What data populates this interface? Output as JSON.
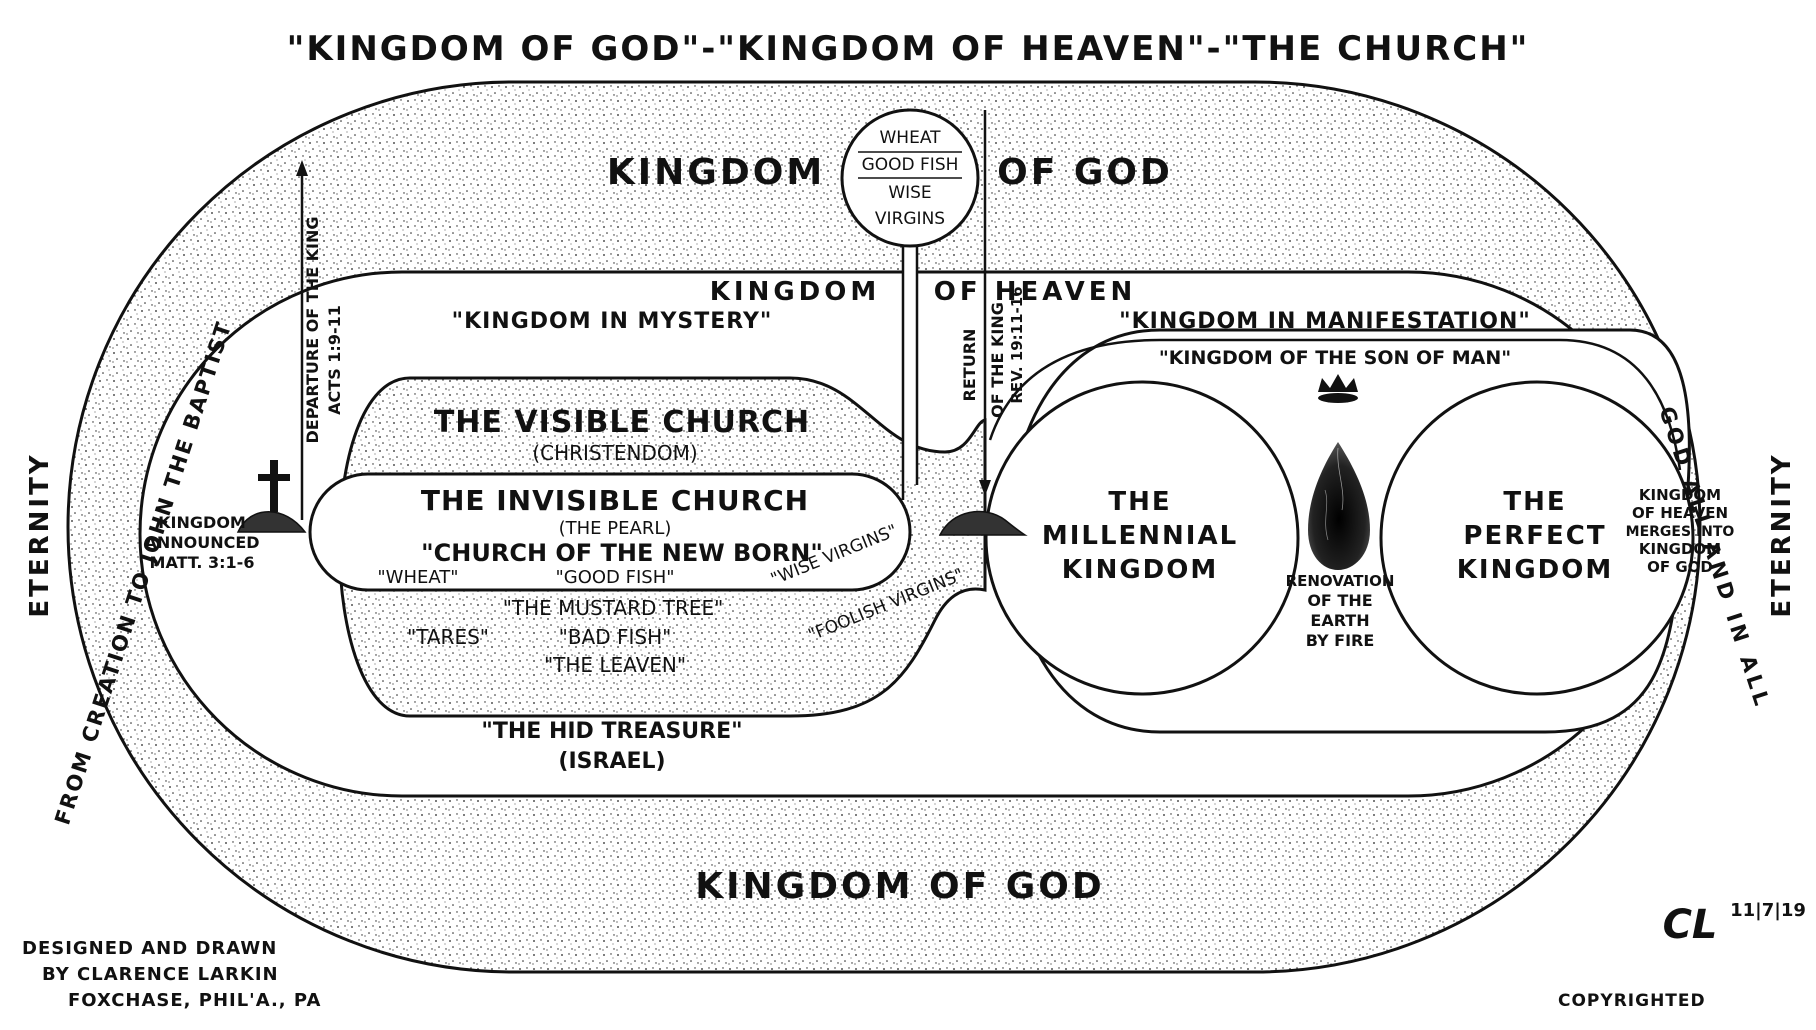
{
  "title": "\"KINGDOM OF GOD\"-\"KINGDOM OF HEAVEN\"-\"THE CHURCH\"",
  "outer": {
    "kingdom_of_god_top_left": "KINGDOM",
    "kingdom_of_god_top_right": "OF GOD",
    "kingdom_of_god_bottom": "KINGDOM OF GOD",
    "eternity_left": "ETERNITY",
    "eternity_right": "ETERNITY",
    "from_creation": "FROM CREATION TO JOHN THE BAPTIST",
    "god_all_in_all": "GOD ALL AND IN ALL"
  },
  "heaven": {
    "label_left": "KINGDOM",
    "label_right": "OF HEAVEN",
    "mystery": "\"KINGDOM IN MYSTERY\"",
    "manifestation": "\"KINGDOM IN MANIFESTATION\"",
    "son_of_man": "\"KINGDOM OF THE SON OF MAN\"",
    "hid_treasure": "\"THE HID TREASURE\"",
    "israel": "(ISRAEL)"
  },
  "bubble": {
    "wheat": "WHEAT",
    "good_fish": "GOOD FISH",
    "wise": "WISE",
    "virgins": "VIRGINS"
  },
  "departure": {
    "line1": "DEPARTURE OF THE KING",
    "line2": "ACTS 1:9-11"
  },
  "return": {
    "line1": "RETURN",
    "line2": "OF THE KING",
    "line3": "REV. 19:11-16"
  },
  "announced": {
    "line1": "KINGDOM",
    "line2": "ANNOUNCED",
    "line3": "MATT. 3:1-6"
  },
  "visible_church": {
    "title": "THE VISIBLE CHURCH",
    "sub": "(CHRISTENDOM)",
    "mustard": "\"THE MUSTARD TREE\"",
    "tares": "\"TARES\"",
    "bad_fish": "\"BAD FISH\"",
    "leaven": "\"THE LEAVEN\"",
    "foolish": "\"FOOLISH VIRGINS\""
  },
  "invisible_church": {
    "title": "THE INVISIBLE CHURCH",
    "pearl": "(THE PEARL)",
    "new_born": "\"CHURCH OF THE NEW BORN\"",
    "wheat": "\"WHEAT\"",
    "good_fish": "\"GOOD FISH\"",
    "wise_virgins": "\"WISE VIRGINS\""
  },
  "millennial": {
    "line1": "THE",
    "line2": "MILLENNIAL",
    "line3": "KINGDOM"
  },
  "perfect": {
    "line1": "THE",
    "line2": "PERFECT",
    "line3": "KINGDOM"
  },
  "renovation": {
    "line1": "RENOVATION",
    "line2": "OF THE",
    "line3": "EARTH",
    "line4": "BY FIRE"
  },
  "merges": {
    "line1": "KINGDOM",
    "line2": "OF HEAVEN",
    "line3": "MERGES INTO",
    "line4": "KINGDOM",
    "line5": "OF GOD"
  },
  "credits": {
    "line1": "DESIGNED AND DRAWN",
    "line2": "BY CLARENCE LARKIN",
    "line3": "FOXCHASE, PHIL'A., PA",
    "date": "11|7|19",
    "copyright": "COPYRIGHTED",
    "monogram": "CL"
  }
}
